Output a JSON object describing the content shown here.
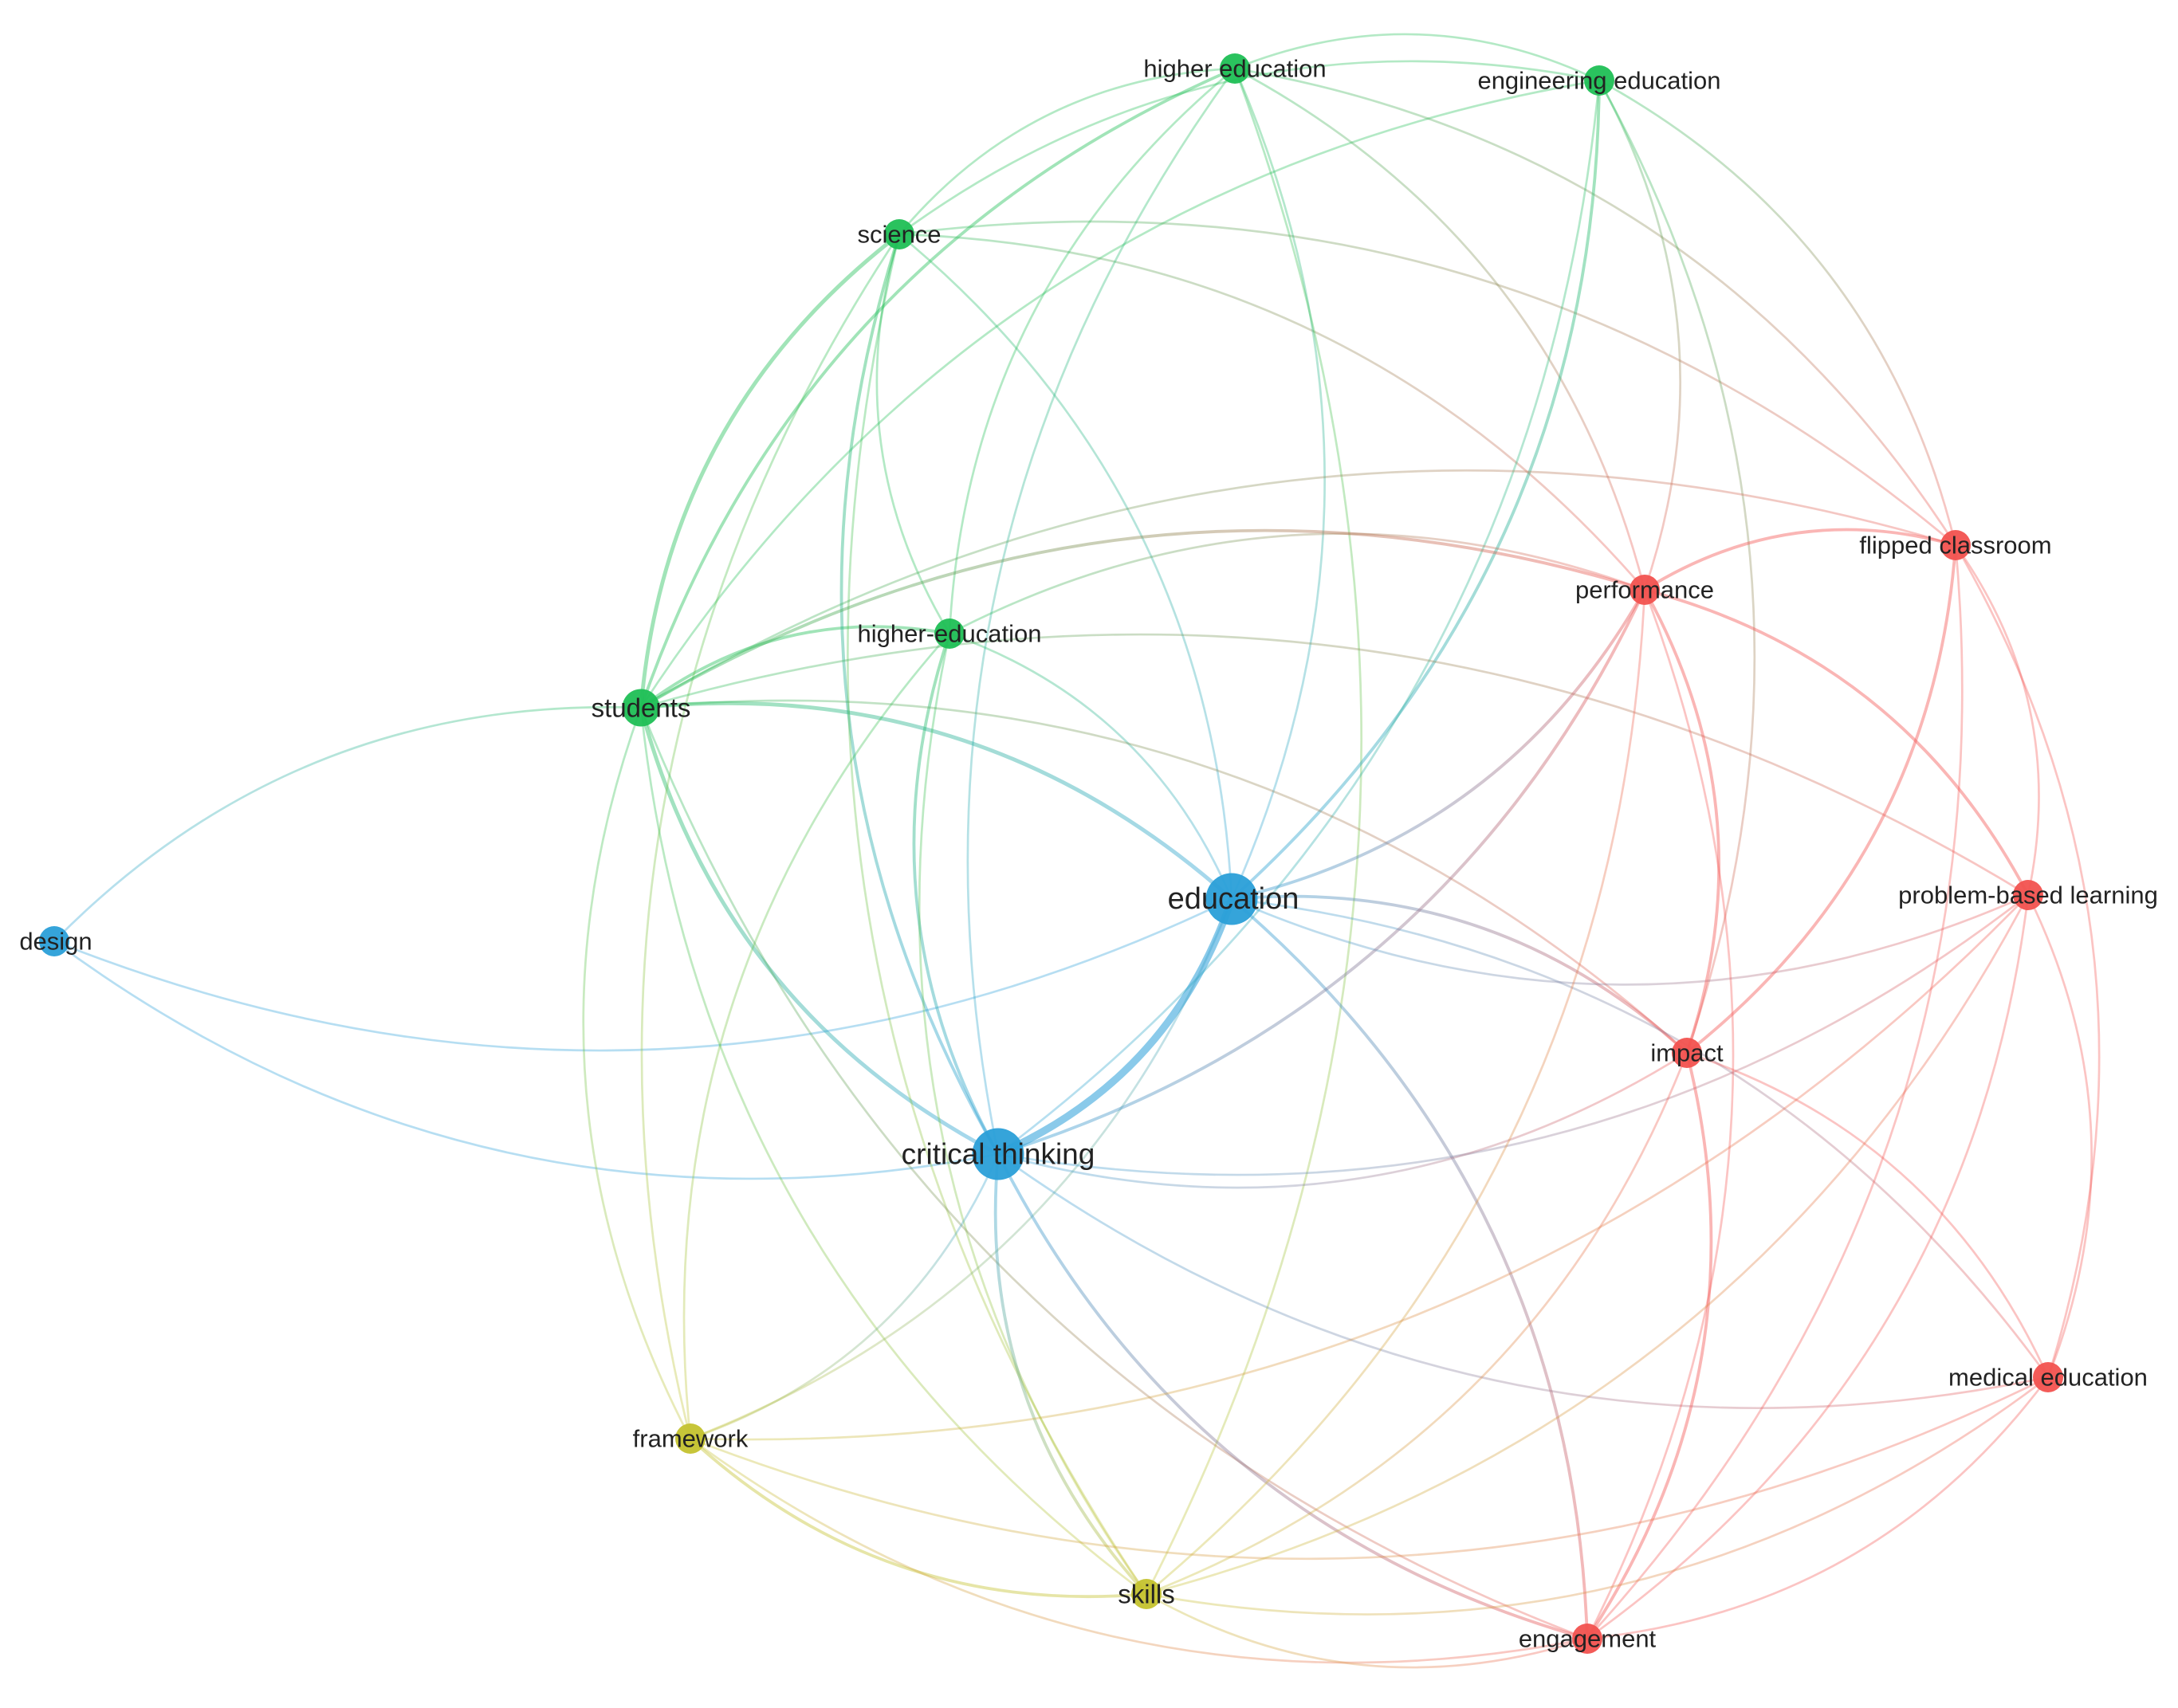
{
  "diagram": {
    "type": "keyword co-occurrence network",
    "cluster_colors": {
      "blue": "#2a9fd8",
      "green": "#1fbf55",
      "red": "#f2524f",
      "yellow": "#c4c22e"
    },
    "nodes": [
      {
        "id": "higher_education",
        "label": "higher education",
        "cluster": "green",
        "weight": 2
      },
      {
        "id": "engineering_education",
        "label": "engineering education",
        "cluster": "green",
        "weight": 2
      },
      {
        "id": "science",
        "label": "science",
        "cluster": "green",
        "weight": 2
      },
      {
        "id": "higher_hyphen_education",
        "label": "higher-education",
        "cluster": "green",
        "weight": 2
      },
      {
        "id": "students",
        "label": "students",
        "cluster": "green",
        "weight": 3
      },
      {
        "id": "design",
        "label": "design",
        "cluster": "blue",
        "weight": 2
      },
      {
        "id": "education",
        "label": "education",
        "cluster": "blue",
        "weight": 5
      },
      {
        "id": "critical_thinking",
        "label": "critical thinking",
        "cluster": "blue",
        "weight": 5
      },
      {
        "id": "framework",
        "label": "framework",
        "cluster": "yellow",
        "weight": 2
      },
      {
        "id": "skills",
        "label": "skills",
        "cluster": "yellow",
        "weight": 2
      },
      {
        "id": "engagement",
        "label": "engagement",
        "cluster": "red",
        "weight": 2
      },
      {
        "id": "medical_education",
        "label": "medical education",
        "cluster": "red",
        "weight": 2
      },
      {
        "id": "impact",
        "label": "impact",
        "cluster": "red",
        "weight": 2
      },
      {
        "id": "problem_based_learning",
        "label": "problem-based learning",
        "cluster": "red",
        "weight": 2
      },
      {
        "id": "flipped_classroom",
        "label": "flipped classroom",
        "cluster": "red",
        "weight": 2
      },
      {
        "id": "performance",
        "label": "performance",
        "cluster": "red",
        "weight": 2
      }
    ],
    "edges": [
      [
        "education",
        "critical_thinking",
        7
      ],
      [
        "students",
        "critical_thinking",
        3
      ],
      [
        "students",
        "education",
        3
      ],
      [
        "science",
        "students",
        3
      ],
      [
        "higher_hyphen_education",
        "students",
        2
      ],
      [
        "higher_education",
        "students",
        2
      ],
      [
        "engineering_education",
        "students",
        1
      ],
      [
        "design",
        "students",
        1
      ],
      [
        "design",
        "education",
        1
      ],
      [
        "design",
        "critical_thinking",
        1
      ],
      [
        "science",
        "higher_education",
        1
      ],
      [
        "science",
        "engineering_education",
        1
      ],
      [
        "science",
        "critical_thinking",
        2
      ],
      [
        "science",
        "education",
        1
      ],
      [
        "science",
        "performance",
        1
      ],
      [
        "science",
        "flipped_classroom",
        1
      ],
      [
        "science",
        "skills",
        1
      ],
      [
        "science",
        "higher_hyphen_education",
        1
      ],
      [
        "science",
        "framework",
        1
      ],
      [
        "higher_education",
        "engineering_education",
        1
      ],
      [
        "higher_education",
        "critical_thinking",
        1
      ],
      [
        "higher_education",
        "education",
        1
      ],
      [
        "higher_education",
        "performance",
        1
      ],
      [
        "higher_education",
        "flipped_classroom",
        1
      ],
      [
        "higher_education",
        "higher_hyphen_education",
        1
      ],
      [
        "higher_education",
        "skills",
        1
      ],
      [
        "engineering_education",
        "education",
        2
      ],
      [
        "engineering_education",
        "critical_thinking",
        1
      ],
      [
        "engineering_education",
        "performance",
        1
      ],
      [
        "engineering_education",
        "impact",
        1
      ],
      [
        "engineering_education",
        "flipped_classroom",
        1
      ],
      [
        "higher_hyphen_education",
        "critical_thinking",
        2
      ],
      [
        "higher_hyphen_education",
        "education",
        1
      ],
      [
        "higher_hyphen_education",
        "performance",
        1
      ],
      [
        "higher_hyphen_education",
        "framework",
        1
      ],
      [
        "higher_hyphen_education",
        "skills",
        1
      ],
      [
        "students",
        "performance",
        2
      ],
      [
        "students",
        "flipped_classroom",
        1
      ],
      [
        "students",
        "problem_based_learning",
        1
      ],
      [
        "students",
        "impact",
        1
      ],
      [
        "students",
        "framework",
        1
      ],
      [
        "students",
        "skills",
        1
      ],
      [
        "students",
        "engagement",
        1
      ],
      [
        "education",
        "performance",
        2
      ],
      [
        "education",
        "impact",
        2
      ],
      [
        "education",
        "engagement",
        2
      ],
      [
        "education",
        "medical_education",
        1
      ],
      [
        "education",
        "framework",
        1
      ],
      [
        "education",
        "problem_based_learning",
        1
      ],
      [
        "critical_thinking",
        "performance",
        2
      ],
      [
        "critical_thinking",
        "engagement",
        2
      ],
      [
        "critical_thinking",
        "medical_education",
        1
      ],
      [
        "critical_thinking",
        "problem_based_learning",
        1
      ],
      [
        "critical_thinking",
        "impact",
        1
      ],
      [
        "critical_thinking",
        "skills",
        2
      ],
      [
        "critical_thinking",
        "framework",
        1
      ],
      [
        "performance",
        "flipped_classroom",
        2
      ],
      [
        "performance",
        "impact",
        2
      ],
      [
        "performance",
        "problem_based_learning",
        2
      ],
      [
        "performance",
        "engagement",
        1
      ],
      [
        "performance",
        "skills",
        1
      ],
      [
        "flipped_classroom",
        "impact",
        2
      ],
      [
        "flipped_classroom",
        "problem_based_learning",
        1
      ],
      [
        "flipped_classroom",
        "medical_education",
        1
      ],
      [
        "flipped_classroom",
        "engagement",
        1
      ],
      [
        "impact",
        "engagement",
        2
      ],
      [
        "impact",
        "medical_education",
        1
      ],
      [
        "impact",
        "skills",
        1
      ],
      [
        "problem_based_learning",
        "medical_education",
        1
      ],
      [
        "problem_based_learning",
        "engagement",
        1
      ],
      [
        "problem_based_learning",
        "framework",
        1
      ],
      [
        "problem_based_learning",
        "skills",
        1
      ],
      [
        "medical_education",
        "engagement",
        1
      ],
      [
        "medical_education",
        "skills",
        1
      ],
      [
        "framework",
        "skills",
        2
      ],
      [
        "framework",
        "engagement",
        1
      ],
      [
        "framework",
        "medical_education",
        1
      ],
      [
        "skills",
        "engagement",
        1
      ]
    ]
  }
}
